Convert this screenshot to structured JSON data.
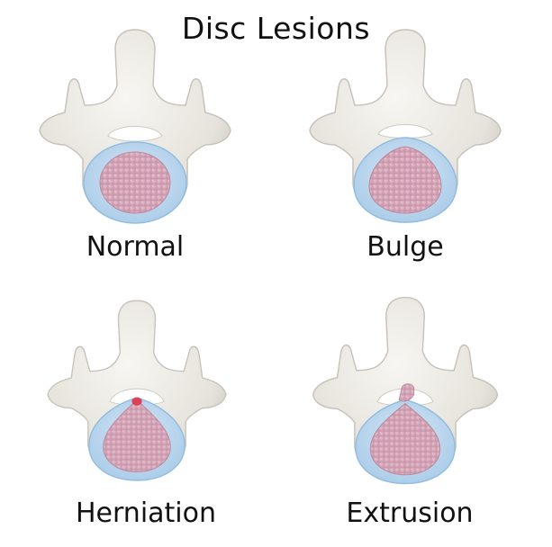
{
  "title": "Disc Lesions",
  "panels": [
    {
      "label": "Normal"
    },
    {
      "label": "Bulge"
    },
    {
      "label": "Herniation"
    },
    {
      "label": "Extrusion"
    }
  ],
  "colors": {
    "bone": "#e9e7e1",
    "bone_shade": "#cfcbc2",
    "annulus": "#bcd8ee",
    "nucleus": "#d6a9bb",
    "herniation_tip": "#e0344f"
  }
}
